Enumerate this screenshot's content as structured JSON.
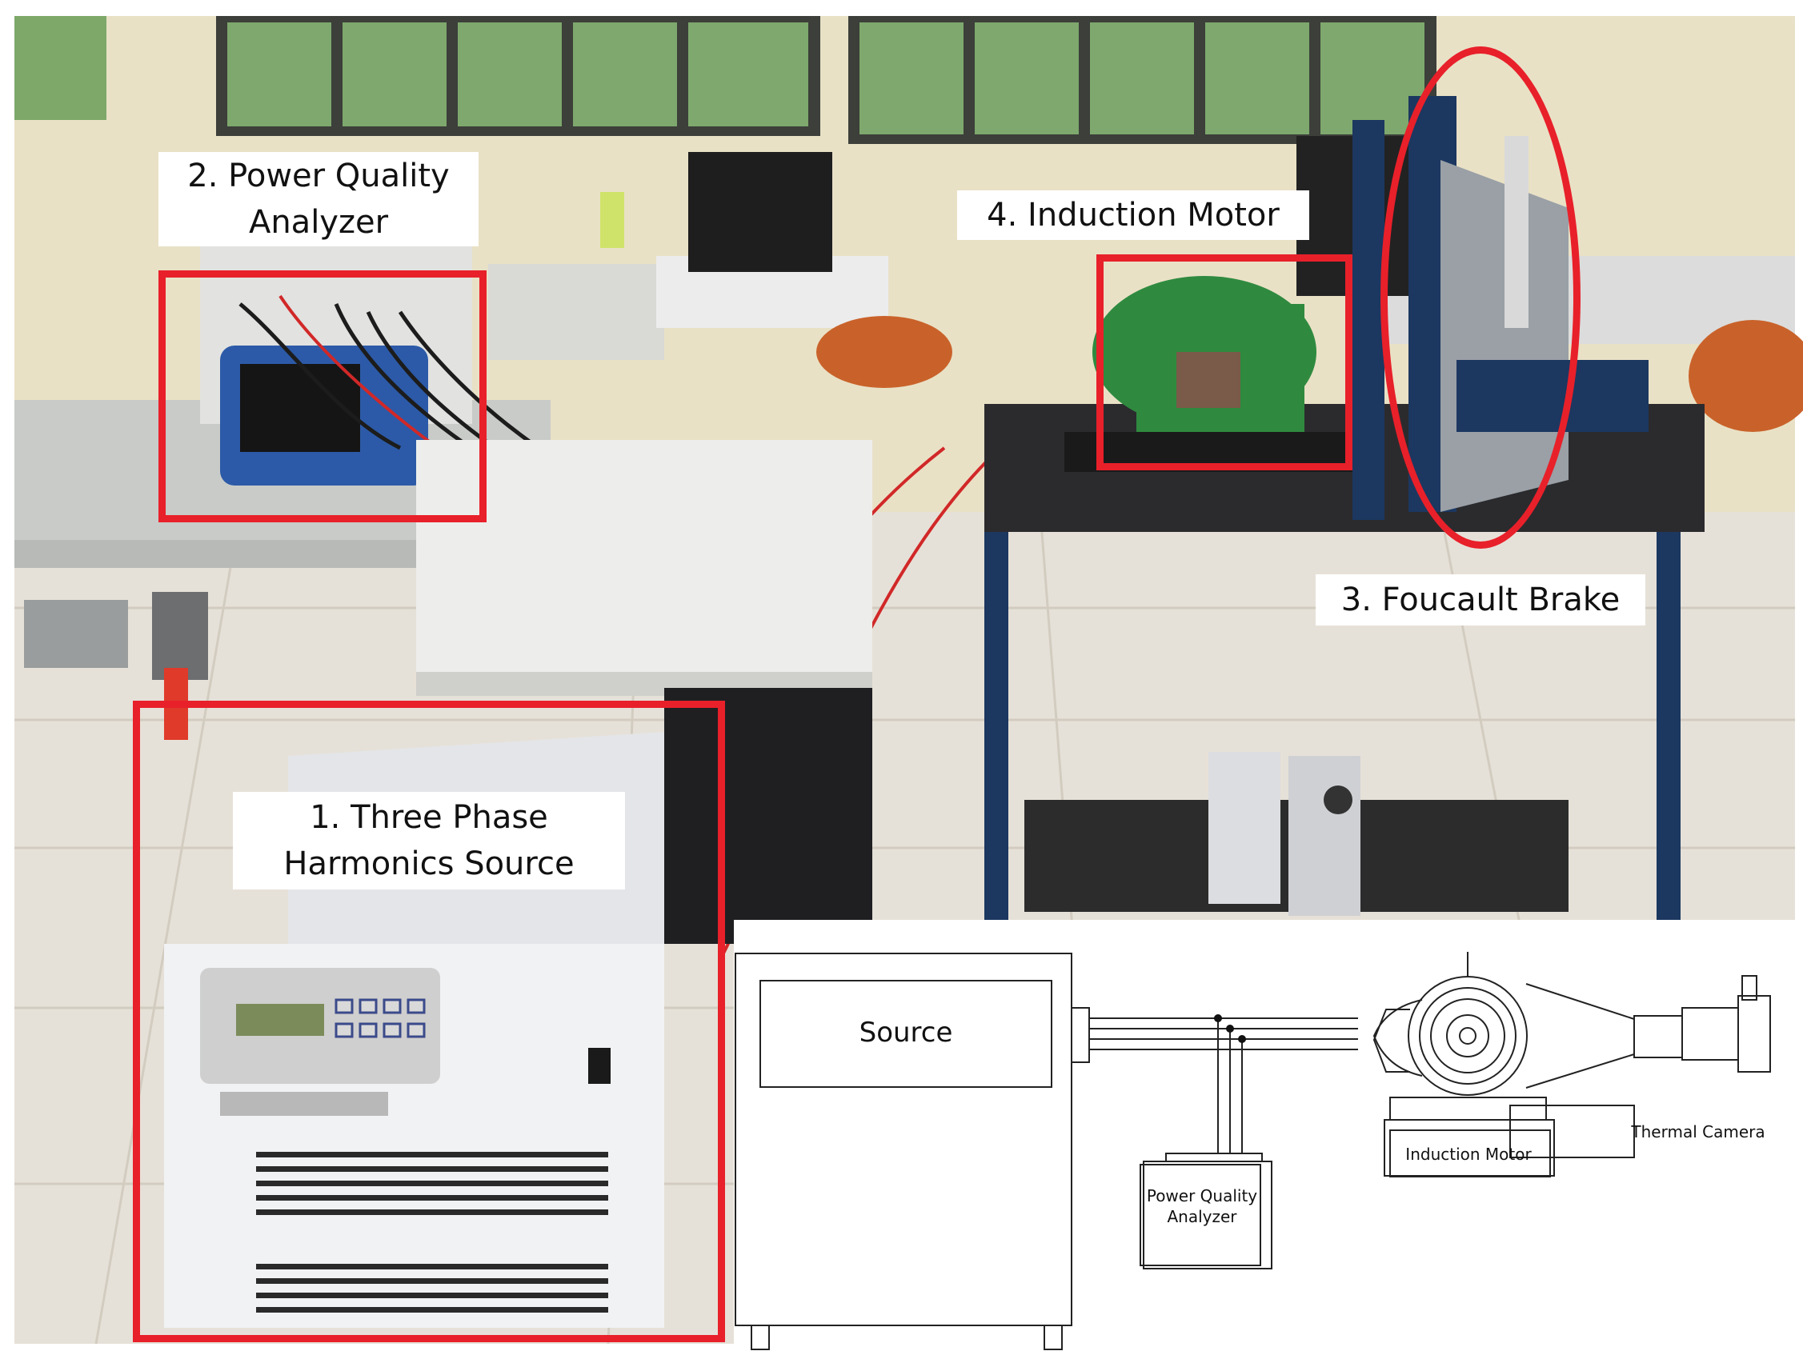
{
  "photo_labels": {
    "source": "1. Three Phase\nHarmonics Source",
    "analyzer": "2. Power Quality\nAnalyzer",
    "brake": "3. Foucault Brake",
    "motor": "4. Induction Motor"
  },
  "diagram": {
    "source": "Source",
    "analyzer_line1": "Power Quality",
    "analyzer_line2": "Analyzer",
    "motor": "Induction Motor",
    "camera": "Thermal Camera"
  },
  "colors": {
    "highlight": "#e8202a",
    "wall": "#e9e1c6",
    "floor": "#e6e1d8",
    "table_frame": "#1c3760",
    "motor": "#2f8a3f"
  }
}
